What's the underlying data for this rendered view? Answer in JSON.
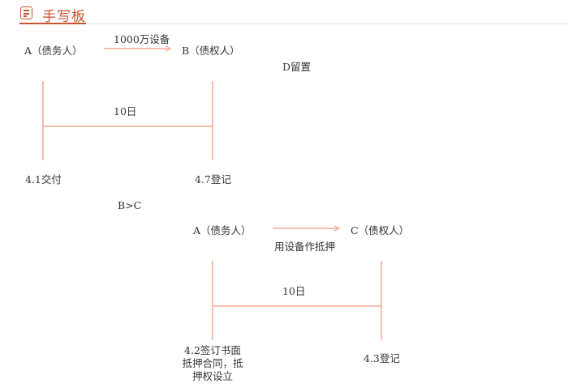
{
  "header": {
    "title": "手写板",
    "icon": "notepad-icon",
    "accent_color": "#c9522f"
  },
  "diagram1": {
    "party_a": "A（债务人）",
    "party_b": "B（债权人）",
    "arrow_label": "1000万设备",
    "note_d": "D留置",
    "interval_label": "10日",
    "left_event": "4.1交付",
    "right_event": "4.7登记"
  },
  "separator_note": "B>C",
  "diagram2": {
    "party_a": "A（债务人）",
    "party_c": "C（债权人）",
    "arrow_label": "用设备作抵押",
    "interval_label": "10日",
    "left_event": "4.2签订书面抵押合同，抵押权设立",
    "right_event": "4.3登记"
  },
  "line_color": "#f2a894"
}
